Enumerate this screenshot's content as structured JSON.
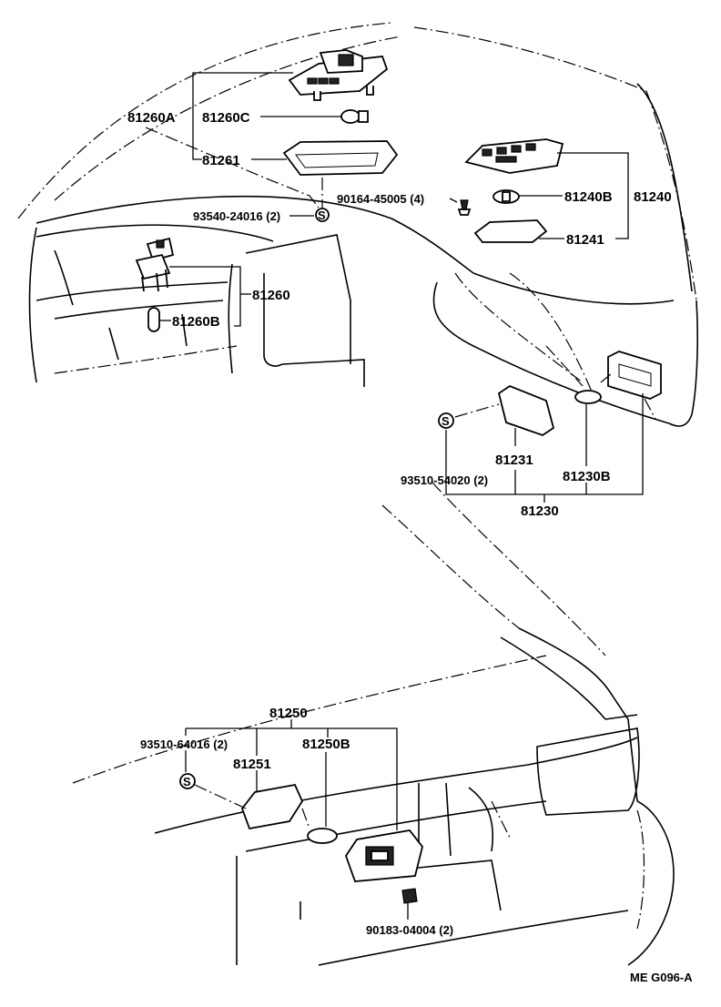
{
  "labels": {
    "p81260A": "81260A",
    "p81260C": "81260C",
    "p81261": "81261",
    "p93540": "93540-24016 (2)",
    "p81260": "81260",
    "p81260B": "81260B",
    "p90164": "90164-45005 (4)",
    "p81240B": "81240B",
    "p81240": "81240",
    "p81241": "81241",
    "p81231": "81231",
    "p93510a": "93510-54020 (2)",
    "p81230B": "81230B",
    "p81230": "81230",
    "p81250": "81250",
    "p93510b": "93510-64016 (2)",
    "p81251": "81251",
    "p81250B": "81250B",
    "p90183": "90183-04004 (2)",
    "code": "ME G096-A"
  },
  "symbols": {
    "screw_marker": "S"
  }
}
